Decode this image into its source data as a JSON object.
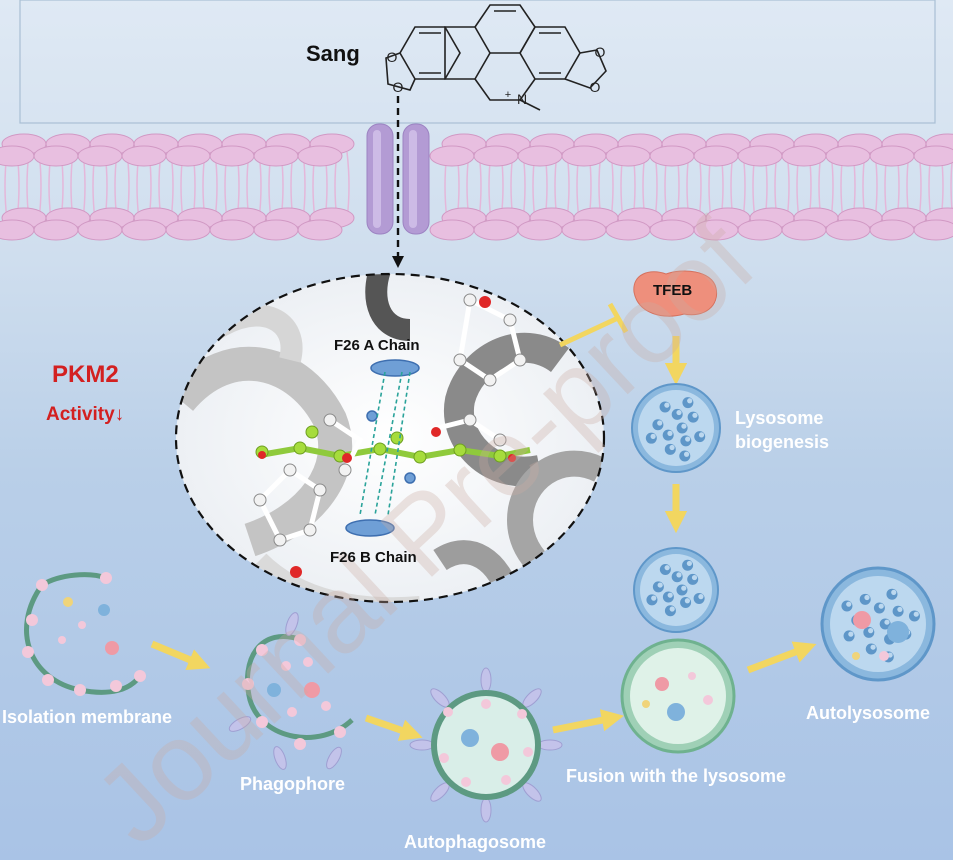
{
  "compound": "Sang",
  "structure_labels": {
    "o1": "O",
    "o2": "O",
    "o3": "O",
    "o4": "O",
    "nitrogen": "N",
    "charge": "+"
  },
  "target": {
    "name": "PKM2",
    "activity": "Activity",
    "arrow": "↓"
  },
  "residues": {
    "chain_a": "F26 A Chain",
    "chain_b": "F26 B Chain"
  },
  "pathway": {
    "tfeb": "TFEB",
    "lysosome": "Lysosome",
    "biogenesis": "biogenesis"
  },
  "stages": {
    "isolation": "Isolation membrane",
    "phagophore": "Phagophore",
    "autophagosome": "Autophagosome",
    "fusion": "Fusion with the lysosome",
    "autolysosome": "Autolysosome"
  },
  "watermark": "Journal Pre-proof",
  "colors": {
    "inhibition_red": "#d32020",
    "flow_arrow": "#f2d660",
    "tfeb": "#ee8f7c",
    "lysosome": "#7fb2dc",
    "membrane": "#e8bfe0",
    "channel": "#b39bd4"
  }
}
